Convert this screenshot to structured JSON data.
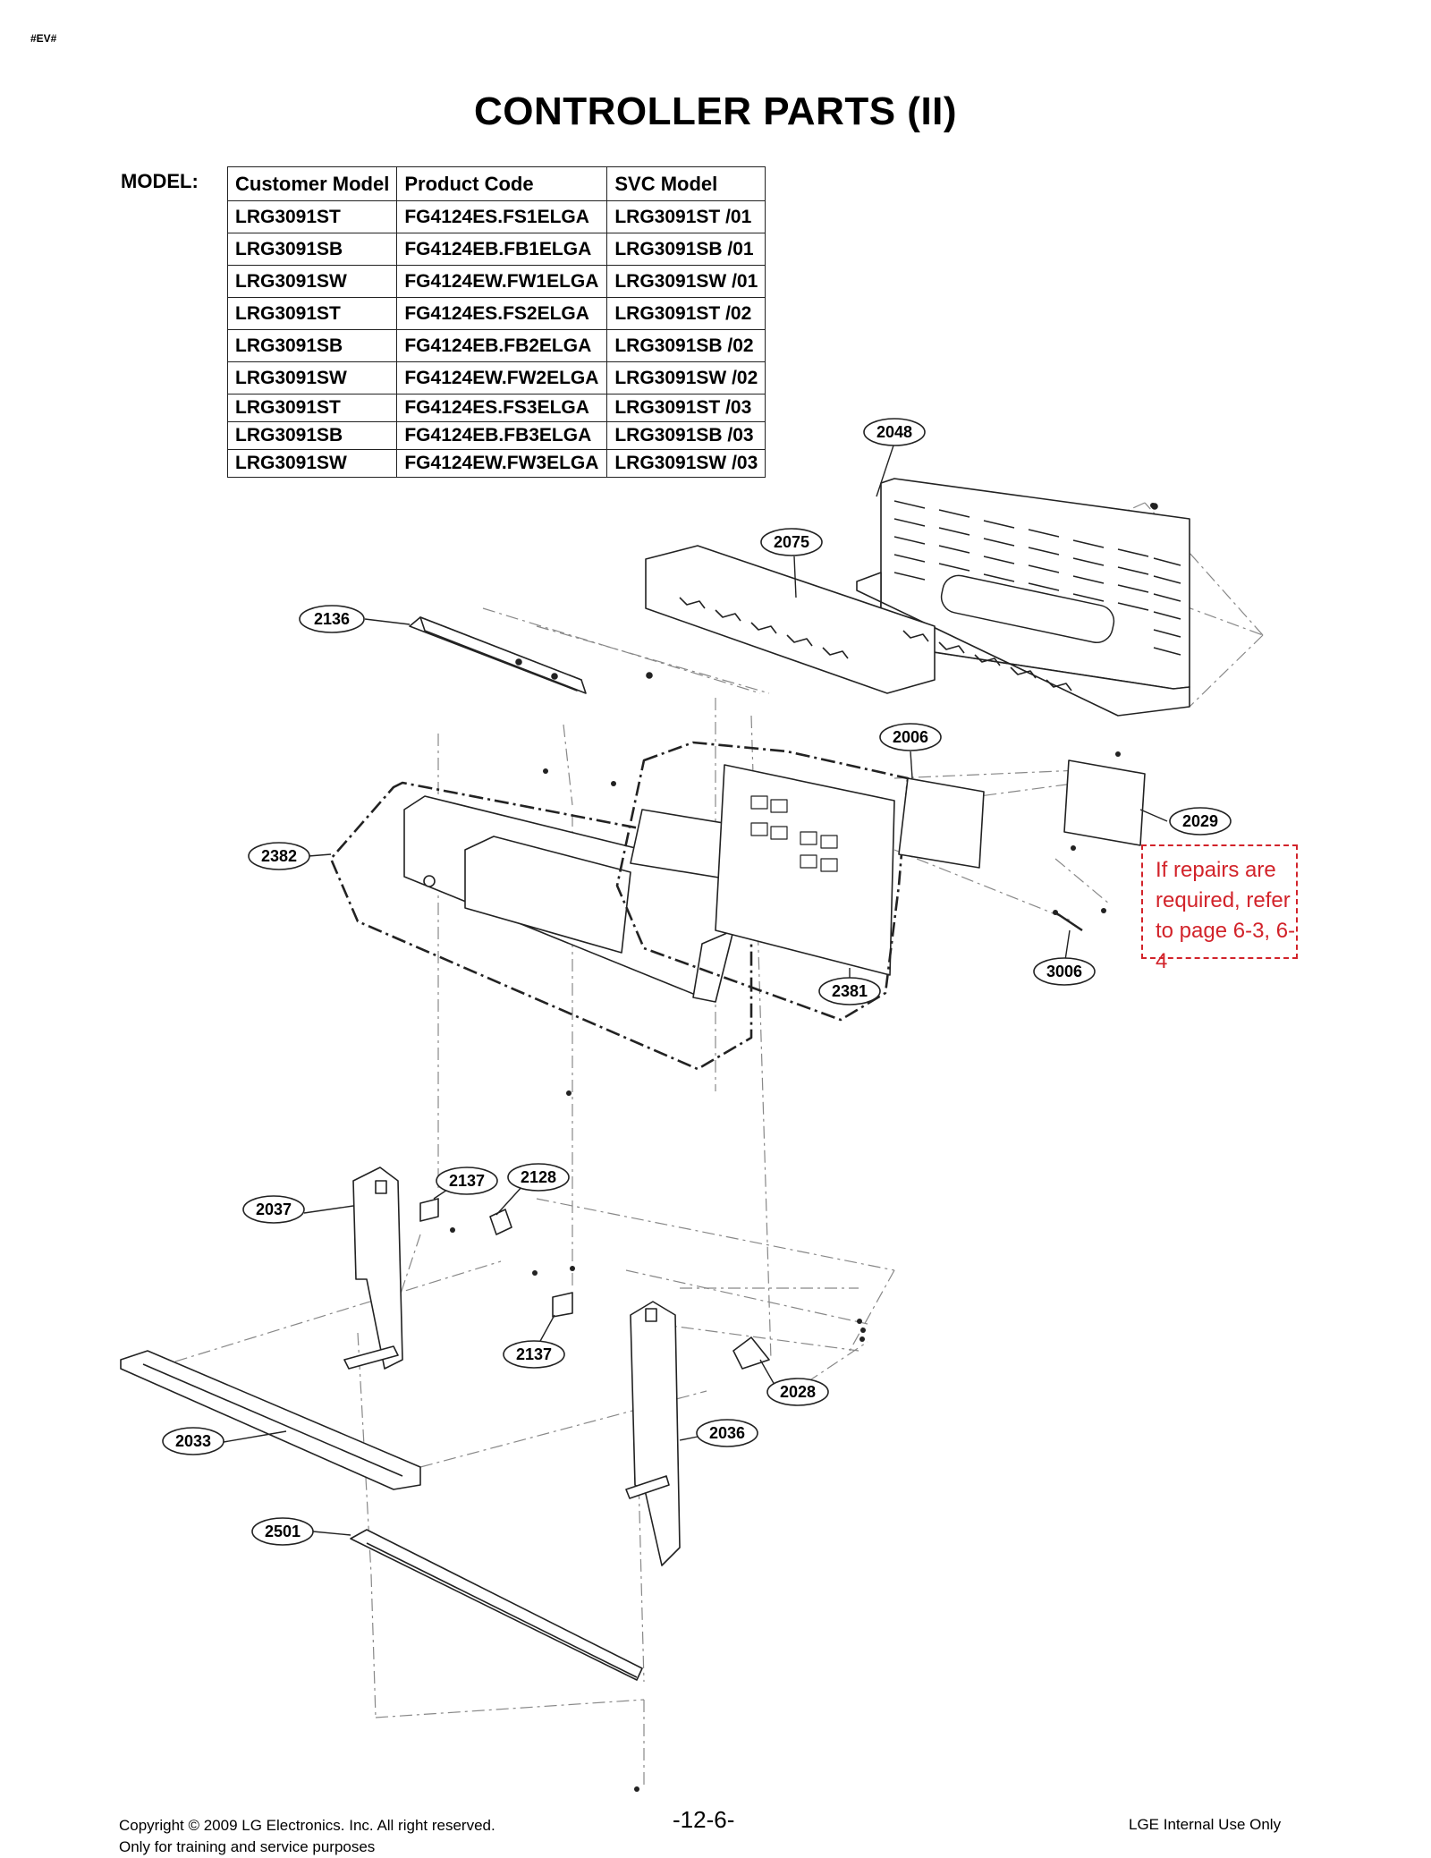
{
  "header_tag": "#EV#",
  "title": "CONTROLLER PARTS (II)",
  "model_label": "MODEL:",
  "table": {
    "headers": [
      "Customer Model",
      "Product Code",
      "SVC Model"
    ],
    "rows": [
      [
        "LRG3091ST",
        "FG4124ES.FS1ELGA",
        "LRG3091ST /01"
      ],
      [
        "LRG3091SB",
        "FG4124EB.FB1ELGA",
        "LRG3091SB /01"
      ],
      [
        "LRG3091SW",
        "FG4124EW.FW1ELGA",
        "LRG3091SW /01"
      ],
      [
        "LRG3091ST",
        "FG4124ES.FS2ELGA",
        "LRG3091ST /02"
      ],
      [
        "LRG3091SB",
        "FG4124EB.FB2ELGA",
        "LRG3091SB /02"
      ],
      [
        "LRG3091SW",
        "FG4124EW.FW2ELGA",
        "LRG3091SW /02"
      ],
      [
        "LRG3091ST",
        "FG4124ES.FS3ELGA",
        "LRG3091ST /03"
      ],
      [
        "LRG3091SB",
        "FG4124EB.FB3ELGA",
        "LRG3091SB /03"
      ],
      [
        "LRG3091SW",
        "FG4124EW.FW3ELGA",
        "LRG3091SW /03"
      ]
    ]
  },
  "callouts": {
    "c2048": "2048",
    "c2075": "2075",
    "c2136": "2136",
    "c2006": "2006",
    "c2029": "2029",
    "c2382": "2382",
    "c2381": "2381",
    "c3006": "3006",
    "c2037": "2037",
    "c2137a": "2137",
    "c2128": "2128",
    "c2137b": "2137",
    "c2028": "2028",
    "c2033": "2033",
    "c2036": "2036",
    "c2501": "2501"
  },
  "note": {
    "line1": "If repairs are",
    "line2": "required, refer",
    "line3": "to page 6-3, 6-4",
    "color": "#d2232a"
  },
  "footer": {
    "copyright": "Copyright © 2009 LG Electronics. Inc. All right reserved.",
    "training": "Only for training and service purposes",
    "page": "-12-6-",
    "internal": "LGE Internal Use Only"
  }
}
